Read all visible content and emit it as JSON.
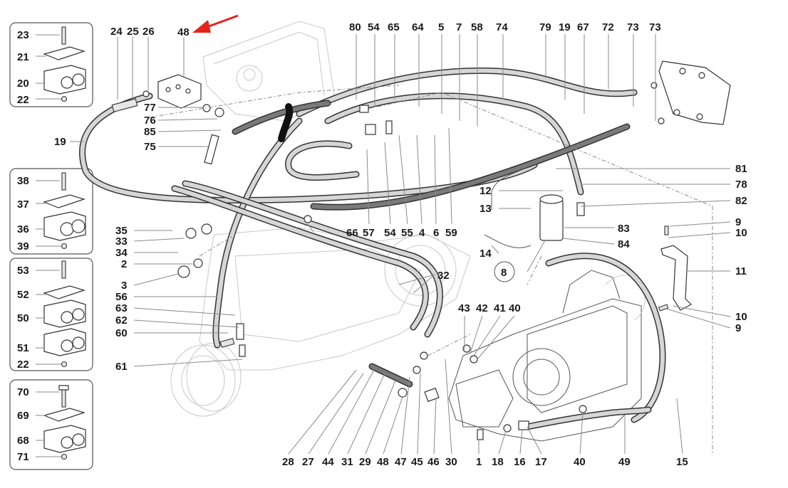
{
  "diagram": {
    "title": "Hydraulic hose and pipe assembly exploded parts diagram",
    "highlight": {
      "callout": "48",
      "color": "#e2231a"
    },
    "inset_boxes": [
      {
        "name": "clamp-set-a",
        "callouts": [
          "23",
          "21",
          "20",
          "22"
        ]
      },
      {
        "name": "clamp-set-b",
        "callouts": [
          "38",
          "37",
          "36",
          "39"
        ]
      },
      {
        "name": "clamp-set-c",
        "callouts": [
          "53",
          "52",
          "50",
          "51",
          "22"
        ]
      },
      {
        "name": "clamp-set-d",
        "callouts": [
          "70",
          "69",
          "68",
          "71"
        ]
      }
    ],
    "top_callouts": [
      "24",
      "25",
      "26",
      "48",
      "80",
      "54",
      "65",
      "64",
      "5",
      "7",
      "58",
      "74",
      "79",
      "19",
      "67",
      "72",
      "73",
      "73"
    ],
    "left_callouts": [
      "19",
      "77",
      "76",
      "85",
      "75",
      "35",
      "33",
      "34",
      "2",
      "3",
      "56",
      "63",
      "62",
      "60",
      "61"
    ],
    "center_callouts": [
      "66",
      "57",
      "54",
      "55",
      "4",
      "6",
      "59",
      "12",
      "13",
      "14",
      "32",
      "43",
      "42",
      "41",
      "40",
      "83",
      "84"
    ],
    "circled_callout": "8",
    "right_callouts": [
      "81",
      "78",
      "82",
      "9",
      "10",
      "11",
      "10",
      "9"
    ],
    "bottom_callouts": [
      "28",
      "27",
      "44",
      "31",
      "29",
      "48",
      "47",
      "45",
      "46",
      "30",
      "1",
      "18",
      "16",
      "17",
      "40",
      "49",
      "15"
    ]
  }
}
